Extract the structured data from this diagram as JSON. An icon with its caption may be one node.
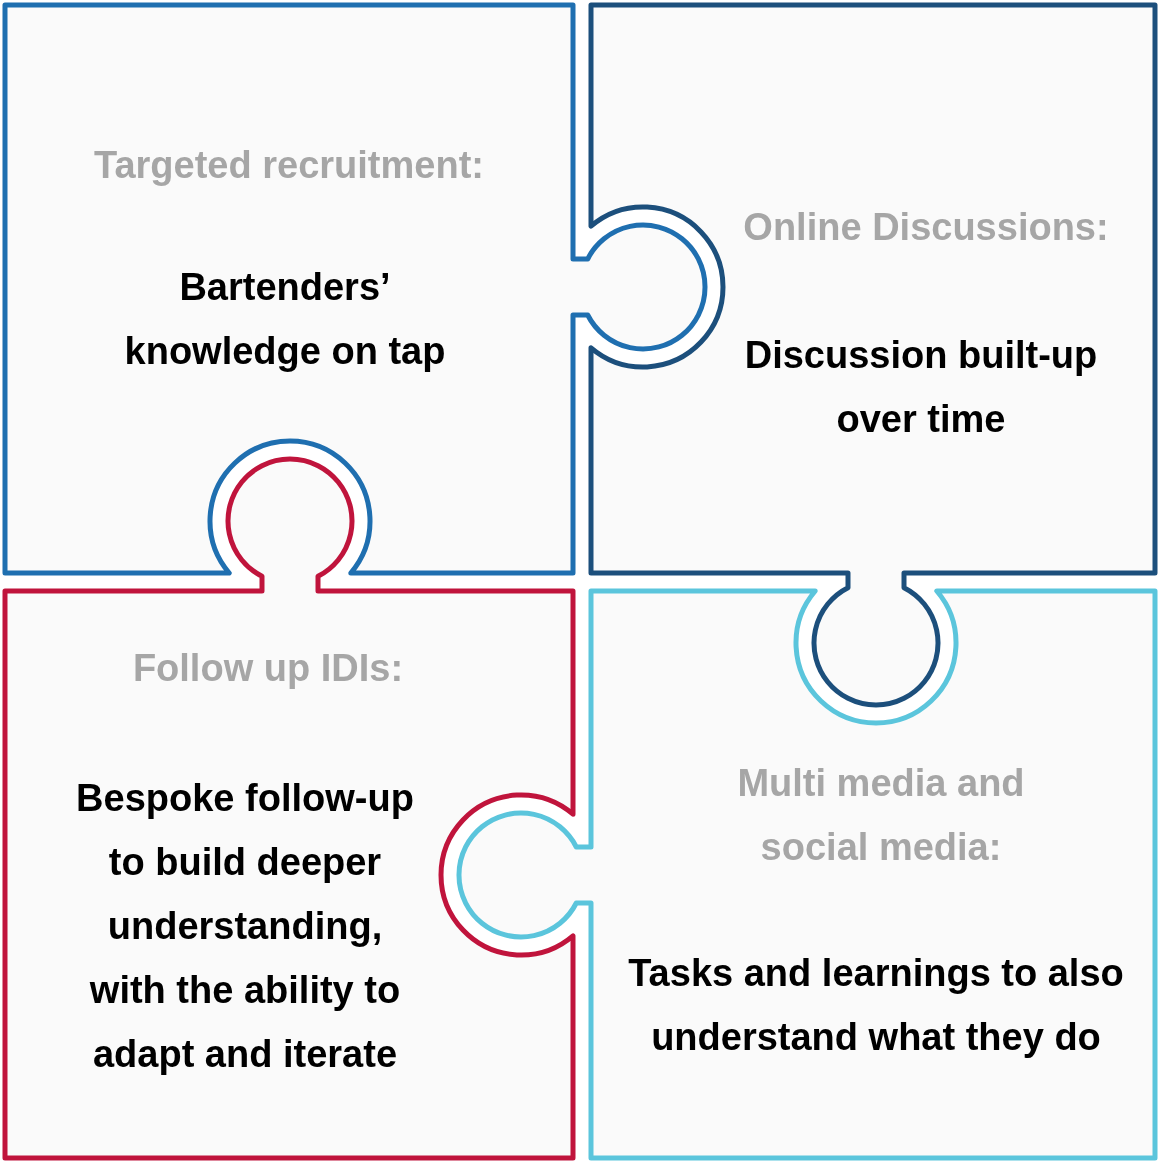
{
  "diagram": {
    "nodes": [
      {
        "text": [
          "Targeted recruitment:",
          "Bartenders’ knowledge on tap"
        ]
      },
      {
        "text": [
          "Online Discussions:",
          "Discussion built-up over time"
        ]
      },
      {
        "text": [
          "Follow up IDIs:",
          "Bespoke follow-up to build deeper understanding, with the ability to adapt and iterate"
        ]
      },
      {
        "text": [
          "Multi media and social media:",
          "Tasks and learnings to also understand what they do"
        ]
      }
    ],
    "edges": []
  }
}
